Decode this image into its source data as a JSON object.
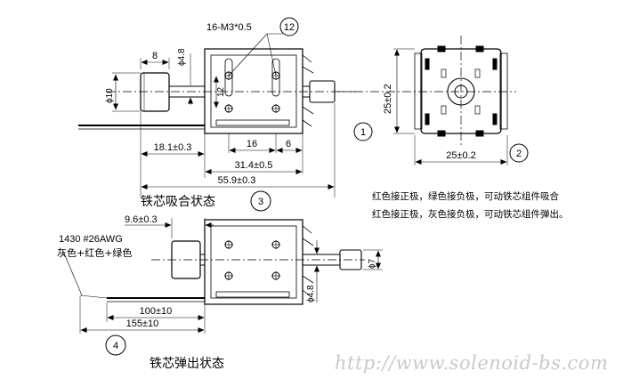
{
  "title_top": "16-M3*0.5",
  "callout_12": "12",
  "callout_1": "1",
  "callout_2": "2",
  "callout_3": "3",
  "callout_4": "4",
  "dims": {
    "d8": "8",
    "phi48_top": "ϕ4.8",
    "phi10": "ϕ10",
    "d12": "12",
    "d16": "16",
    "d6": "6",
    "d181": "18.1±0.3",
    "d314": "31.4±0.5",
    "d559": "55.9±0.3",
    "d25v": "25±0.2",
    "d25h": "25±0.2",
    "d96": "9.6±0.3",
    "phi7": "ϕ7",
    "phi48_bot": "ϕ4.8",
    "d100": "100±10",
    "d155": "155±10"
  },
  "wire_spec": "1430  #26AWG",
  "wire_colors": "灰色+红色+绿色",
  "state_attract": "铁芯吸合状态",
  "state_release": "铁芯弹出状态",
  "note_line1": "红色接正极，绿色接负极，可动铁芯组件吸合",
  "note_line2": "红色接正极，灰色接负极，可动铁芯组件弹出。",
  "watermark": "http://www.solenoid-bs.com"
}
